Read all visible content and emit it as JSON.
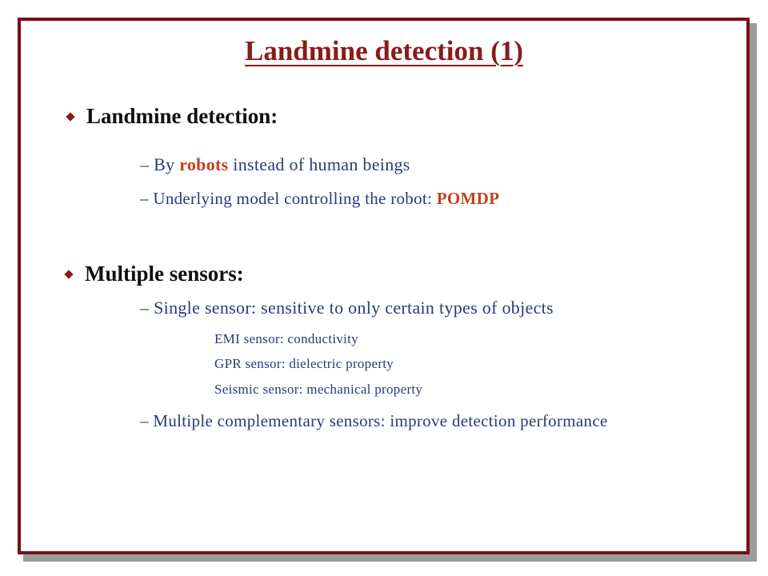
{
  "title": "Landmine detection (1)",
  "section1": {
    "heading": "Landmine detection:",
    "item1": {
      "dash": "–",
      "prefix": "By ",
      "highlight": "robots",
      "suffix": " instead of human beings"
    },
    "item2": {
      "dash": "–",
      "prefix": " Underlying model controlling the robot: ",
      "highlight": "POMDP"
    }
  },
  "section2": {
    "heading": "Multiple sensors:",
    "item1": {
      "dash": "–",
      "text": "Single sensor: sensitive to only certain types of objects"
    },
    "subitems": [
      "EMI sensor: conductivity",
      "GPR sensor: dielectric property",
      "Seismic sensor: mechanical property"
    ],
    "item2": {
      "dash": "–",
      "text": " Multiple complementary sensors: improve detection performance"
    }
  },
  "colors": {
    "frame": "#7a1016",
    "title": "#8b1a1a",
    "body_text": "#2a3a7a",
    "highlight": "#c0411f"
  }
}
